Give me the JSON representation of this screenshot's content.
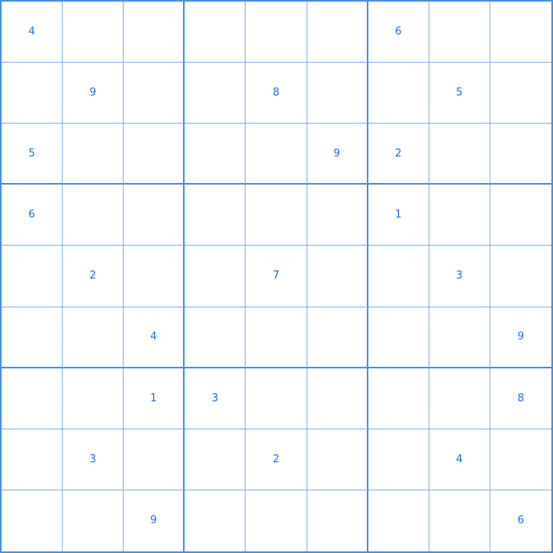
{
  "puzzle": {
    "grid": [
      [
        "4",
        "",
        "",
        "",
        "",
        "",
        "6",
        "",
        ""
      ],
      [
        "",
        "9",
        "",
        "",
        "8",
        "",
        "",
        "5",
        ""
      ],
      [
        "5",
        "",
        "",
        "",
        "",
        "9",
        "2",
        "",
        ""
      ],
      [
        "6",
        "",
        "",
        "",
        "",
        "",
        "1",
        "",
        ""
      ],
      [
        "",
        "2",
        "",
        "",
        "7",
        "",
        "",
        "3",
        ""
      ],
      [
        "",
        "",
        "4",
        "",
        "",
        "",
        "",
        "",
        "9"
      ],
      [
        "",
        "",
        "1",
        "3",
        "",
        "",
        "",
        "",
        "8"
      ],
      [
        "",
        "3",
        "",
        "",
        "2",
        "",
        "",
        "4",
        ""
      ],
      [
        "",
        "",
        "9",
        "",
        "",
        "",
        "",
        "",
        "6"
      ]
    ]
  },
  "colors": {
    "digit": "#1a6fe0",
    "box_border": "#4a90e2",
    "cell_border": "#7fb0ea",
    "background": "#ffffff"
  }
}
